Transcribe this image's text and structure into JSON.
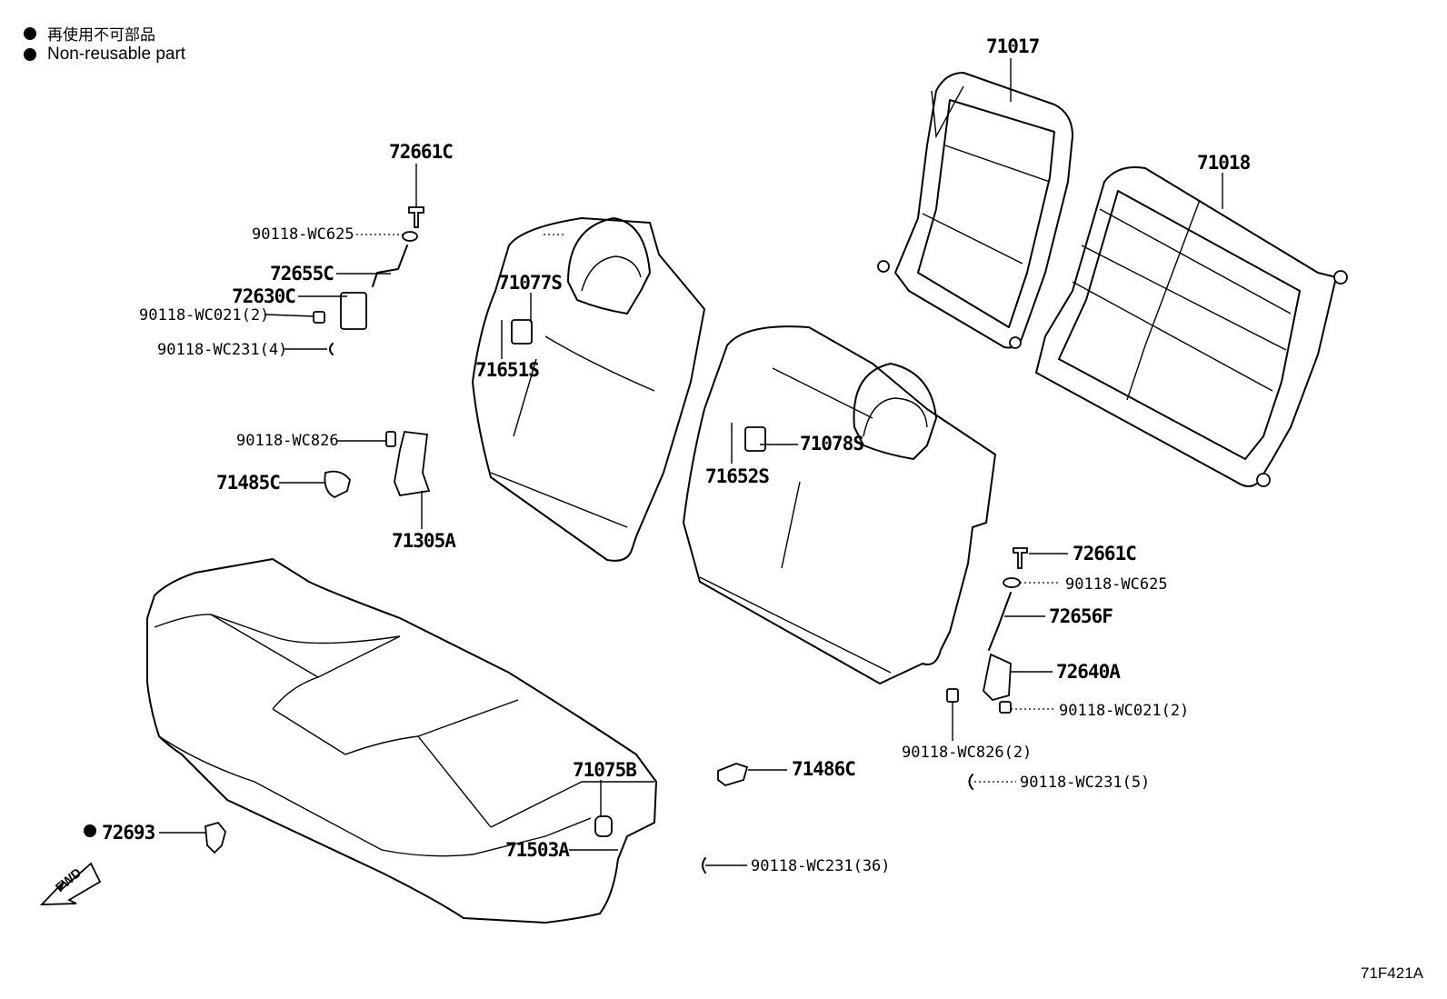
{
  "legend": [
    {
      "symbol": "filled-circle",
      "text": "再使用不可部品"
    },
    {
      "symbol": "filled-circle",
      "text": "Non-reusable part"
    }
  ],
  "drawing_id": "71F421A",
  "fwd_label": "FWD",
  "parts": {
    "p71017": "71017",
    "p71018": "71018",
    "p72661C_a": "72661C",
    "p90118WC625_a": "90118-WC625",
    "p72655C": "72655C",
    "p72630C": "72630C",
    "p90118WC021_2_a": "90118-WC021(2)",
    "p90118WC231_4": "90118-WC231(4)",
    "p71077S": "71077S",
    "p71651S": "71651S",
    "p90118WC826": "90118-WC826",
    "p71485C": "71485C",
    "p71305A": "71305A",
    "p71078S": "71078S",
    "p71652S": "71652S",
    "p72661C_b": "72661C",
    "p90118WC625_b": "90118-WC625",
    "p72656F": "72656F",
    "p72640A": "72640A",
    "p90118WC021_2_b": "90118-WC021(2)",
    "p90118WC826_2": "90118-WC826(2)",
    "p90118WC231_5": "90118-WC231(5)",
    "p71486C": "71486C",
    "p71075B": "71075B",
    "p71503A": "71503A",
    "p90118WC231_36": "90118-WC231(36)",
    "p72693": "72693"
  }
}
